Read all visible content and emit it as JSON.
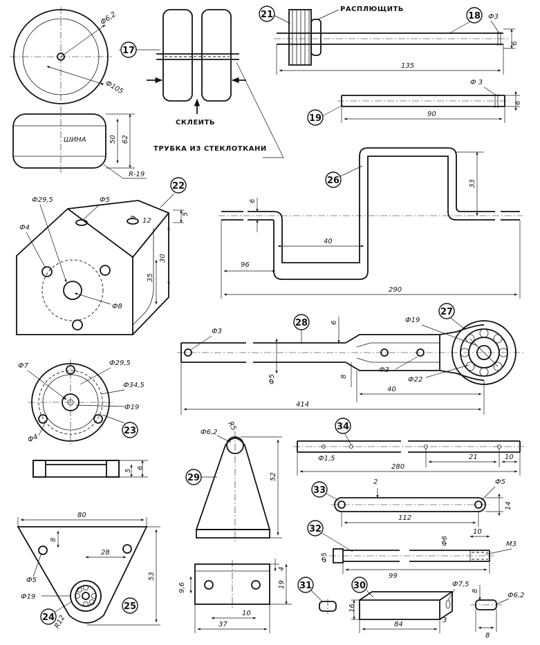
{
  "parts": {
    "p17": "17",
    "p18": "18",
    "p19": "19",
    "p21": "21",
    "p22": "22",
    "p23": "23",
    "p24": "24",
    "p25": "25",
    "p26": "26",
    "p27": "27",
    "p28": "28",
    "p29": "29",
    "p30": "30",
    "p31": "31",
    "p32": "32",
    "p33": "33",
    "p34": "34"
  },
  "labels": {
    "flatten": "РАСПЛЮЩИТЬ",
    "glue": "СКЛЕИТЬ",
    "tube": "ТРУБКА ИЗ СТЕКЛОТКАНИ",
    "tire": "ШИНА"
  },
  "dims": {
    "wheel_d62": "Ф6,2",
    "wheel_d105": "Ф105",
    "tire_50": "50",
    "tire_62": "62",
    "tire_r19": "R-19",
    "axle_d3": "Ф3",
    "axle_6": "6",
    "axle_135": "135",
    "rod_d3": "Ф 3",
    "rod_6": "6",
    "rod_90": "90",
    "crank_6": "6",
    "crank_33": "33",
    "crank_40": "40",
    "crank_96": "96",
    "crank_290": "290",
    "block_d295": "Ф29,5",
    "block_d5": "Ф5",
    "block_d4": "Ф4",
    "block_9": "9",
    "block_12": "12",
    "block_5": "5",
    "block_30": "30",
    "block_35": "35",
    "block_d8": "Ф8",
    "fork_d3a": "Ф3",
    "fork_6": "6",
    "fork_d5": "Ф5",
    "fork_8": "8",
    "fork_d3b": "Ф3",
    "fork_40": "40",
    "fork_414": "414",
    "brg_d19": "Ф19",
    "brg_d22": "Ф22",
    "fl_d7": "Ф7",
    "fl_d295": "Ф29,5",
    "fl_d345": "Ф34,5",
    "fl_d19": "Ф19",
    "fl_d4": "Ф4",
    "fl_5": "5",
    "fl_6": "6",
    "pl_80": "80",
    "pl_8": "8",
    "pl_28": "28",
    "pl_d5": "Ф5",
    "pl_53": "53",
    "pl_d19": "Ф19",
    "pl_r12": "R12",
    "st_d62": "Ф6,2",
    "st_r5": "R5",
    "st_52": "52",
    "bs_4": "4",
    "bs_96": "9,6",
    "bs_19": "19",
    "bs_10": "10",
    "bs_37": "37",
    "sh_d15": "Ф1,5",
    "sh_280": "280",
    "sh_21": "21",
    "sh_10": "10",
    "lk_2": "2",
    "lk_d5": "Ф5",
    "lk_14": "14",
    "lk_112": "112",
    "sc_d5": "Ф5",
    "sc_d6": "Ф6",
    "sc_10": "10",
    "sc_m3": "М3",
    "sc_99": "99",
    "bx_16": "16",
    "bx_d75": "Ф7,5",
    "bx_84": "84",
    "bx_3": "3",
    "pn_8a": "8",
    "pn_d62": "Ф6,2",
    "pn_8b": "8"
  }
}
